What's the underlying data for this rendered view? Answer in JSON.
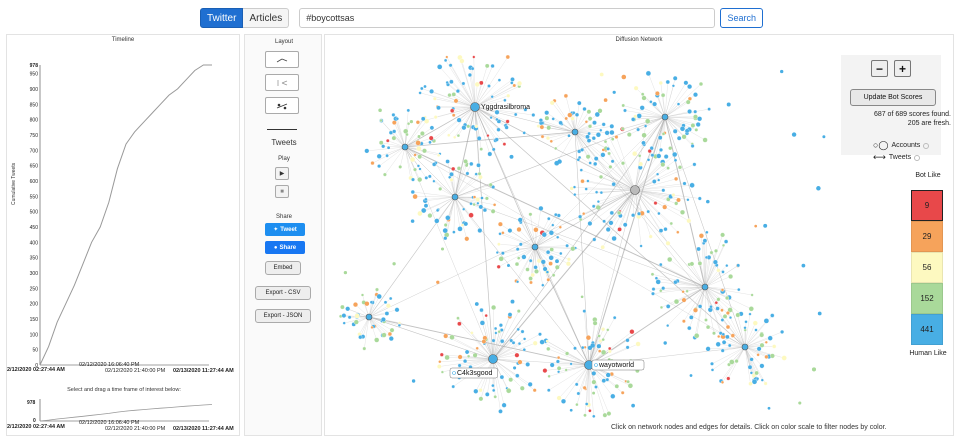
{
  "search": {
    "tab_twitter": "Twitter",
    "tab_articles": "Articles",
    "query": "#boycottsas",
    "search_label": "Search"
  },
  "timeline": {
    "title": "Timeline",
    "ylabel": "Cumulative Tweets",
    "start_label": "2/12/2020 02:27:44 AM",
    "mid1_label": "02/12/2020 16:06:40 PM",
    "mid2_label": "02/12/2020 21:40:00 PM",
    "end_label": "02/13/2020 11:27:44 AM",
    "select_hint": "Select and drag a time frame of interest below:",
    "mini_start_label": "2/12/2020 02:27:44 AM",
    "mini_mid1_label": "02/12/2020 16:06:40 PM",
    "mini_mid2_label": "02/12/2020 21:40:00 PM",
    "mini_end_label": "02/13/2020 11:27:44 AM",
    "mini_top": "978",
    "mini_zero": "0"
  },
  "chart_data": {
    "type": "line",
    "ylabel": "Cumulative Tweets",
    "y_ticks": [
      978,
      950,
      900,
      850,
      800,
      750,
      700,
      650,
      600,
      550,
      500,
      450,
      400,
      350,
      300,
      250,
      200,
      150,
      100,
      50,
      0
    ],
    "ylim": [
      0,
      978
    ],
    "x_tick_labels": [
      "2/12/2020 02:27:44 AM",
      "02/12/2020 16:06:40 PM",
      "02/12/2020 21:40:00 PM",
      "02/13/2020 11:27:44 AM"
    ],
    "grid": false,
    "series": [
      {
        "x": [
          0,
          0.05,
          0.1,
          0.15,
          0.2,
          0.25,
          0.3,
          0.35,
          0.4,
          0.45,
          0.5,
          0.55,
          0.6,
          0.65,
          0.7,
          0.75,
          0.8,
          0.85,
          0.9,
          0.95,
          1.0
        ],
        "values": [
          0,
          60,
          140,
          200,
          260,
          330,
          400,
          450,
          530,
          640,
          720,
          760,
          790,
          820,
          850,
          880,
          900,
          930,
          960,
          978,
          978
        ]
      }
    ]
  },
  "controls": {
    "layout_label": "Layout",
    "tweets_label": "Tweets",
    "play_label": "Play",
    "share_label": "Share",
    "tweet_btn": "Tweet",
    "share_btn": "Share",
    "embed_btn": "Embed",
    "export_csv": "Export - CSV",
    "export_json": "Export - JSON"
  },
  "network": {
    "title": "Diffusion Network",
    "hubs": [
      {
        "label": "Yggdrasilbroma"
      },
      {
        "label": "C4k3sgood"
      },
      {
        "label": "wayotworld"
      }
    ],
    "zoom_out": "−",
    "zoom_in": "+",
    "update_btn": "Update Bot Scores",
    "scores_found": "687 of 689 scores found.",
    "fresh": "205 are fresh.",
    "accounts_label": "Accounts",
    "tweets_label": "Tweets",
    "bot_like": "Bot Like",
    "human_like": "Human Like",
    "scale": [
      {
        "count": "9",
        "color": "#e8484a"
      },
      {
        "count": "29",
        "color": "#f6a35b"
      },
      {
        "count": "56",
        "color": "#fdf9c0"
      },
      {
        "count": "152",
        "color": "#a9d99a"
      },
      {
        "count": "441",
        "color": "#48aee4"
      }
    ],
    "footer": "Click on network nodes and edges for details. Click on color scale to filter nodes by color."
  },
  "colors": {
    "primary": "#1f6fd1",
    "twitter_blue": "#1d8ef0",
    "node_blue": "#48aee4",
    "node_green": "#a9d99a",
    "node_orange": "#f6a35b",
    "node_red": "#e8484a"
  }
}
